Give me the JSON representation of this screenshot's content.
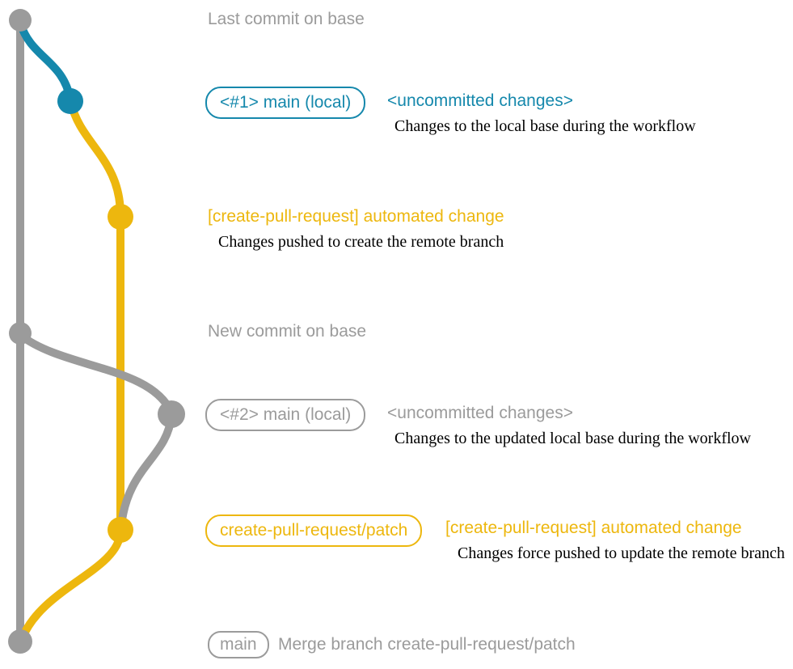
{
  "colors": {
    "gray": "#9b9b9b",
    "blue": "#1588ac",
    "yellow": "#edb70e",
    "ink": "#000000",
    "bg": "#ffffff"
  },
  "graph": {
    "branches": [
      "base",
      "main-local",
      "create-pull-request-patch"
    ],
    "nodes": [
      "last-commit-on-base",
      "uncommitted-changes-1",
      "automated-change-1",
      "new-commit-on-base",
      "uncommitted-changes-2",
      "automated-change-2",
      "merge-commit"
    ]
  },
  "rows": {
    "last_commit": {
      "heading": "Last commit on base"
    },
    "row1": {
      "badge": "<#1> main (local)",
      "heading": "<uncommitted changes>",
      "caption": "Changes to the local base during the workflow"
    },
    "row2": {
      "heading": "[create-pull-request] automated change",
      "caption": "Changes pushed to create the remote branch"
    },
    "new_commit": {
      "heading": "New commit on base"
    },
    "row3": {
      "badge": "<#2> main (local)",
      "heading": "<uncommitted changes>",
      "caption": "Changes to the updated local base during the workflow"
    },
    "row4": {
      "badge": "create-pull-request/patch",
      "heading": "[create-pull-request] automated change",
      "caption": "Changes force pushed to update the remote branch"
    },
    "row5": {
      "badge": "main",
      "heading": "Merge branch create-pull-request/patch"
    }
  }
}
